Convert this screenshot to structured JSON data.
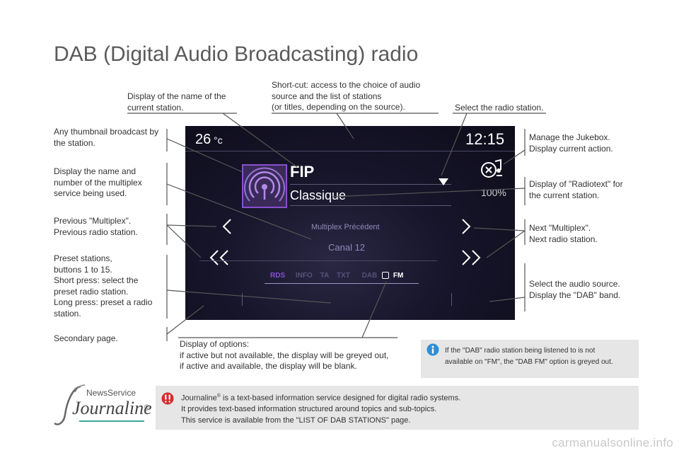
{
  "page": {
    "title": "DAB (Digital Audio Broadcasting) radio",
    "watermark": "carmanualsonline.info"
  },
  "annotations": {
    "station_name": "Display of the name of the\ncurrent station.",
    "shortcut": "Short-cut: access to the choice of audio\nsource and the list of stations\n(or titles, depending on the source).",
    "select_station": "Select the radio station.",
    "thumbnail": "Any thumbnail broadcast by\nthe station.",
    "multiplex_name": "Display the name and\nnumber of the multiplex\nservice being used.",
    "previous": "Previous \"Multiplex\".\nPrevious radio station.",
    "presets": "Preset stations,\nbuttons 1 to 15.\nShort press: select the\npreset radio station.\nLong press: preset a radio\nstation.",
    "secondary": "Secondary page.",
    "jukebox": "Manage the Jukebox.\nDisplay current action.",
    "radiotext": "Display of \"Radiotext\" for\nthe current station.",
    "next": "Next \"Multiplex\".\nNext radio station.",
    "audio_source": "Select the audio source.\nDisplay the \"DAB\" band.",
    "options": "Display of options:\nif active but not available, the display will be greyed out,\nif active and available, the display will be blank."
  },
  "screen": {
    "temperature": "26",
    "temp_unit": "°c",
    "time": "12:15",
    "station": "FIP",
    "radiotext": "Classique",
    "volume": "100%",
    "multiplex_label": "Multiplex Précédent",
    "multiplex_name": "Canal 12",
    "options": [
      "RDS",
      "INFO",
      "TA",
      "TXT",
      "DAB",
      "FM"
    ]
  },
  "info_note": {
    "text": "If the \"DAB\" radio station being listened to is not\navailable on \"FM\", the \"DAB FM\" option is greyed out."
  },
  "journaline": {
    "logo_top": "NewsService",
    "logo_main": "Journaline",
    "logo_reg": "®",
    "term": "Journaline",
    "reg": "®",
    "line1_rest": " is a text-based information service designed for digital radio systems.",
    "line2": "It provides text-based information structured around topics and sub-topics.",
    "line3": "This service is available from the \"LIST OF DAB STATIONS\" page."
  },
  "colors": {
    "screen_accent": "#8a4fcf",
    "fm_accent": "#ffffff",
    "info_icon": "#2e8fd6",
    "warning_icon": "#d92b2b"
  }
}
